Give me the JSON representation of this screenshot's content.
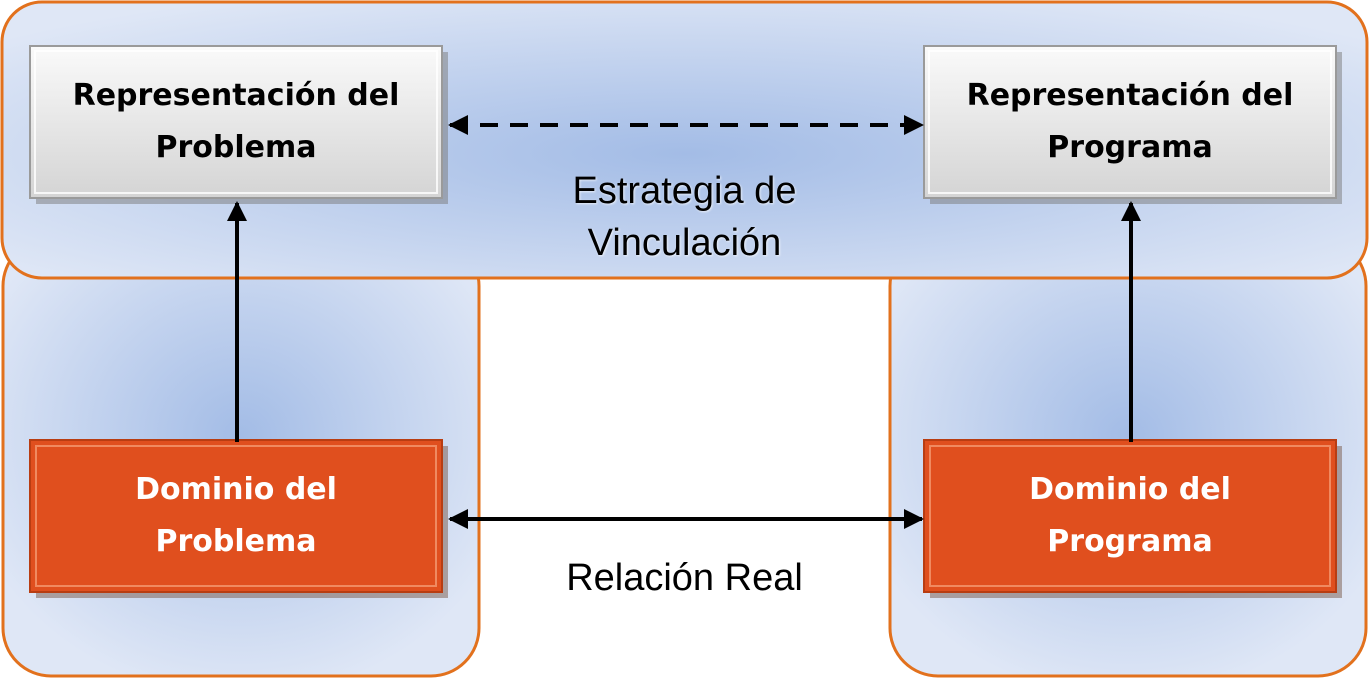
{
  "nodes": {
    "rep_problema": {
      "label": "Representación del\nProblema"
    },
    "rep_programa": {
      "label": "Representación del\nPrograma"
    },
    "dom_problema": {
      "label": "Dominio del\nProblema"
    },
    "dom_programa": {
      "label": "Dominio del\nPrograma"
    }
  },
  "captions": {
    "estrategia": "Estrategia de\nVinculación",
    "relacion": "Relación Real"
  },
  "colors": {
    "region_fill_center": "#a3bce6",
    "region_fill_edge": "#dfe7f6",
    "region_border": "#e2711d",
    "representation_box": "#e6e6e6",
    "domain_box": "#e04f1e",
    "arrow": "#000000"
  }
}
